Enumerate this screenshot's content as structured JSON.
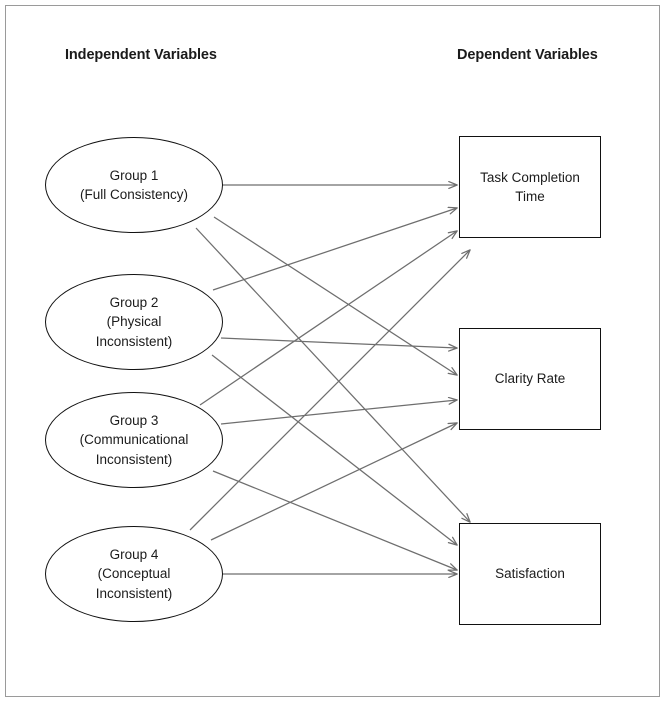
{
  "diagram": {
    "title_independent": "Independent Variables",
    "title_dependent": "Dependent Variables",
    "frame_color": "#9a9a9a",
    "node_stroke": "#111111",
    "edge_color": "#6e6e6e",
    "text_color": "#1b1b1b",
    "background": "#ffffff"
  },
  "independent": [
    {
      "id": "group-1",
      "line1": "Group 1",
      "line2": "(Full Consistency)",
      "line3": ""
    },
    {
      "id": "group-2",
      "line1": "Group 2",
      "line2": "(Physical",
      "line3": "Inconsistent)"
    },
    {
      "id": "group-3",
      "line1": "Group 3",
      "line2": "(Communicational",
      "line3": "Inconsistent)"
    },
    {
      "id": "group-4",
      "line1": "Group 4",
      "line2": "(Conceptual",
      "line3": "Inconsistent)"
    }
  ],
  "dependent": [
    {
      "id": "task-completion-time",
      "line1": "Task Completion",
      "line2": "Time"
    },
    {
      "id": "clarity-rate",
      "line1": "Clarity Rate",
      "line2": ""
    },
    {
      "id": "satisfaction",
      "line1": "Satisfaction",
      "line2": ""
    }
  ],
  "edges": [
    {
      "from": "group-1",
      "to": "task-completion-time"
    },
    {
      "from": "group-1",
      "to": "clarity-rate"
    },
    {
      "from": "group-1",
      "to": "satisfaction"
    },
    {
      "from": "group-2",
      "to": "task-completion-time"
    },
    {
      "from": "group-2",
      "to": "clarity-rate"
    },
    {
      "from": "group-2",
      "to": "satisfaction"
    },
    {
      "from": "group-3",
      "to": "task-completion-time"
    },
    {
      "from": "group-3",
      "to": "clarity-rate"
    },
    {
      "from": "group-3",
      "to": "satisfaction"
    },
    {
      "from": "group-4",
      "to": "task-completion-time"
    },
    {
      "from": "group-4",
      "to": "clarity-rate"
    },
    {
      "from": "group-4",
      "to": "satisfaction"
    }
  ]
}
